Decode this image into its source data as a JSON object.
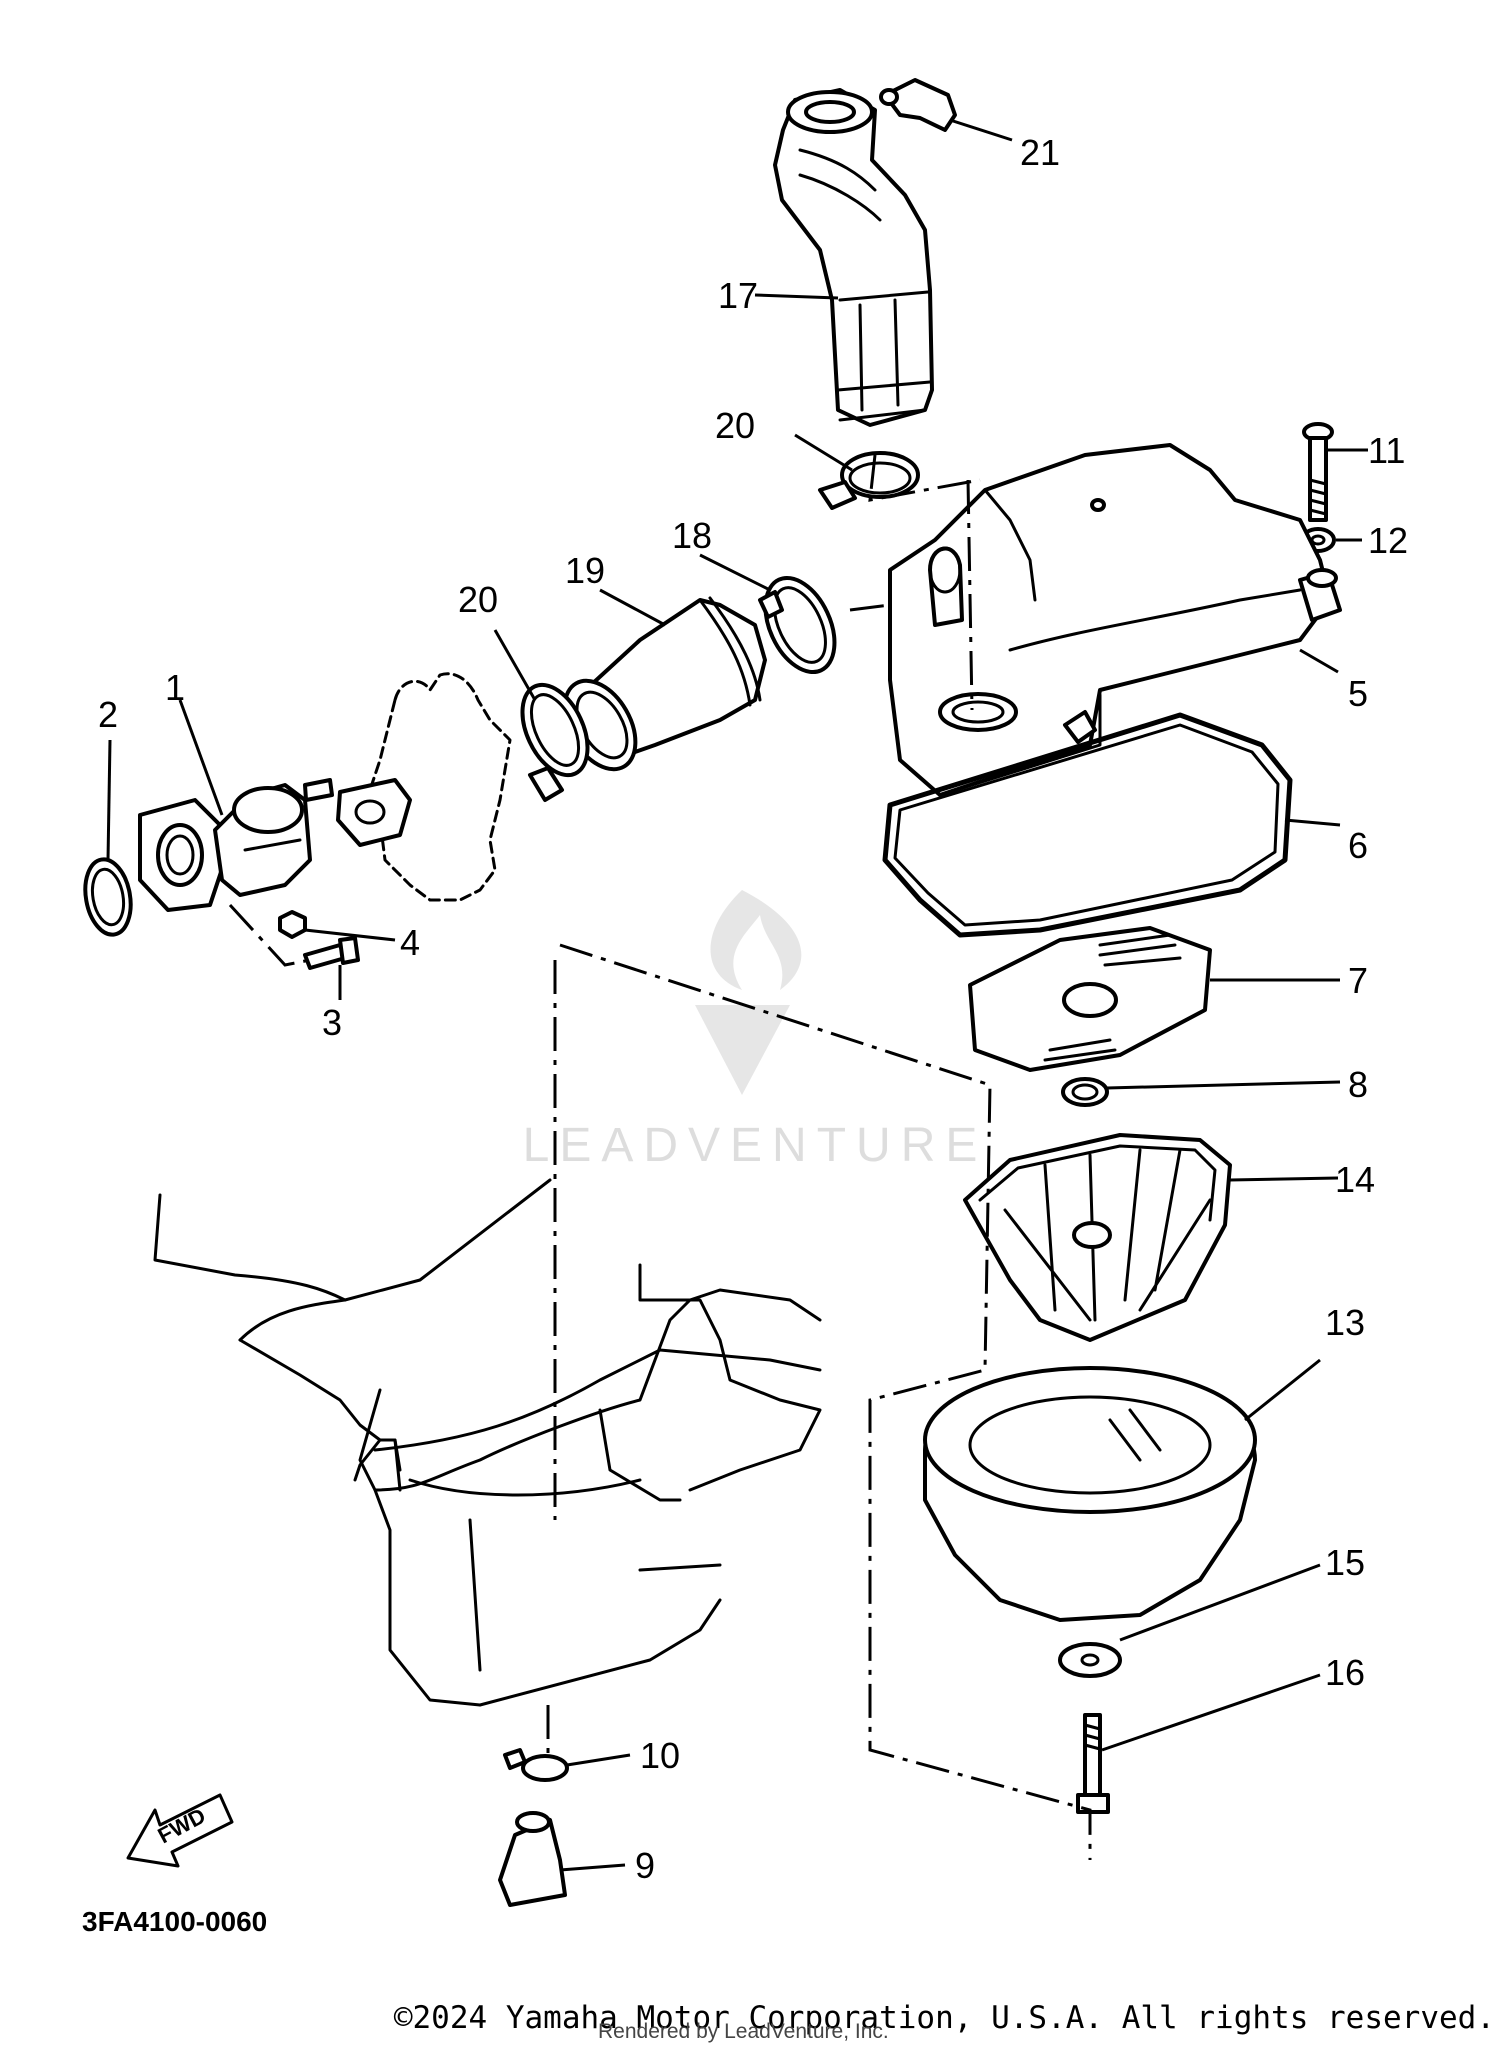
{
  "callouts": [
    {
      "id": "p21",
      "label": "21"
    },
    {
      "id": "p17",
      "label": "17"
    },
    {
      "id": "p20a",
      "label": "20"
    },
    {
      "id": "p11",
      "label": "11"
    },
    {
      "id": "p12",
      "label": "12"
    },
    {
      "id": "p18",
      "label": "18"
    },
    {
      "id": "p19",
      "label": "19"
    },
    {
      "id": "p20b",
      "label": "20"
    },
    {
      "id": "p5",
      "label": "5"
    },
    {
      "id": "p2",
      "label": "2"
    },
    {
      "id": "p1",
      "label": "1"
    },
    {
      "id": "p6",
      "label": "6"
    },
    {
      "id": "p4",
      "label": "4"
    },
    {
      "id": "p3",
      "label": "3"
    },
    {
      "id": "p7",
      "label": "7"
    },
    {
      "id": "p8",
      "label": "8"
    },
    {
      "id": "p14",
      "label": "14"
    },
    {
      "id": "p13",
      "label": "13"
    },
    {
      "id": "p15",
      "label": "15"
    },
    {
      "id": "p16",
      "label": "16"
    },
    {
      "id": "p10",
      "label": "10"
    },
    {
      "id": "p9",
      "label": "9"
    }
  ],
  "fwd_label": "FWD",
  "watermark_text": "LEADVENTURE",
  "diagram_code": "3FA4100-0060",
  "copyright": "©2024 Yamaha Motor Corporation, U.S.A. All rights reserved.",
  "rendered_by": "Rendered by LeadVenture, Inc."
}
